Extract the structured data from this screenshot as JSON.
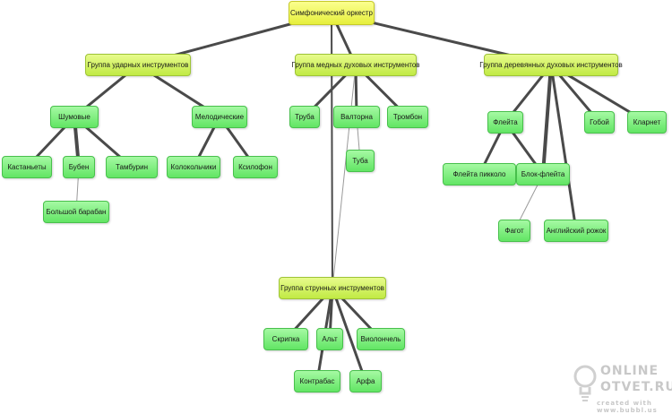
{
  "diagram": {
    "root": "Симфонический оркестр",
    "groups": {
      "percussion": "Группа ударных инструментов",
      "brass": "Группа медных духовых инструментов",
      "woodwind": "Группа деревянных духовых инструментов",
      "strings": "Группа струнных инструментов"
    },
    "subgroups": {
      "noise": "Шумовые",
      "melodic": "Мелодические",
      "flute": "Флейта",
      "recorder": "Блок-флейта"
    },
    "instruments": {
      "castanets": "Кастаньеты",
      "tambourine": "Бубен",
      "tamburin": "Тамбурин",
      "bass_drum": "Большой барабан",
      "bells": "Колокольчики",
      "xylophone": "Ксилофон",
      "trumpet": "Труба",
      "french_horn": "Валторна",
      "trombone": "Тромбон",
      "tuba": "Туба",
      "oboe": "Гобой",
      "clarinet": "Кларнет",
      "piccolo": "Флейта пикколо",
      "bassoon": "Фагот",
      "english_horn": "Английский рожок",
      "violin": "Скрипка",
      "viola": "Альт",
      "cello": "Виолончель",
      "double_bass": "Контрабас",
      "harp": "Арфа"
    }
  },
  "watermark": {
    "line1": "ONLINE",
    "line2": "OTVET.RU",
    "line3": "created with www.bubbl.us"
  },
  "colors": {
    "root": "#f2f65a",
    "group": "#d4f25c",
    "leaf": "#7eec7f",
    "edge": "#4a4a4a"
  }
}
